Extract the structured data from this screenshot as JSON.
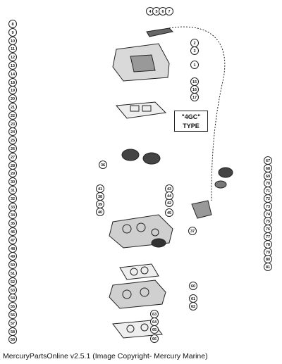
{
  "diagram": {
    "label_line1": "\"4GC\"",
    "label_line2": "TYPE",
    "caption": "MercuryPartsOnline v2.5.1 (Image Copyright- Mercury Marine)",
    "top_callouts": [
      "4",
      "5",
      "6",
      "7"
    ],
    "left_callouts": [
      "8",
      "9",
      "10",
      "11",
      "12",
      "13",
      "14",
      "18",
      "19",
      "20",
      "21",
      "22",
      "23",
      "24",
      "25",
      "26",
      "27",
      "28",
      "29",
      "30",
      "31",
      "32",
      "33",
      "34",
      "35",
      "46",
      "47",
      "48",
      "49",
      "50",
      "51",
      "52",
      "53",
      "54",
      "55",
      "56",
      "57",
      "58",
      "59"
    ],
    "mid_callouts": [
      "1",
      "2",
      "3",
      "15",
      "16",
      "17",
      "36",
      "37",
      "38",
      "39",
      "40",
      "41",
      "42",
      "43",
      "44",
      "45",
      "60",
      "61",
      "62",
      "63",
      "64",
      "65",
      "66"
    ],
    "right_callouts": [
      "67",
      "68",
      "69",
      "70",
      "71",
      "72",
      "73",
      "74",
      "75",
      "76",
      "77",
      "78",
      "79",
      "80",
      "81"
    ]
  }
}
